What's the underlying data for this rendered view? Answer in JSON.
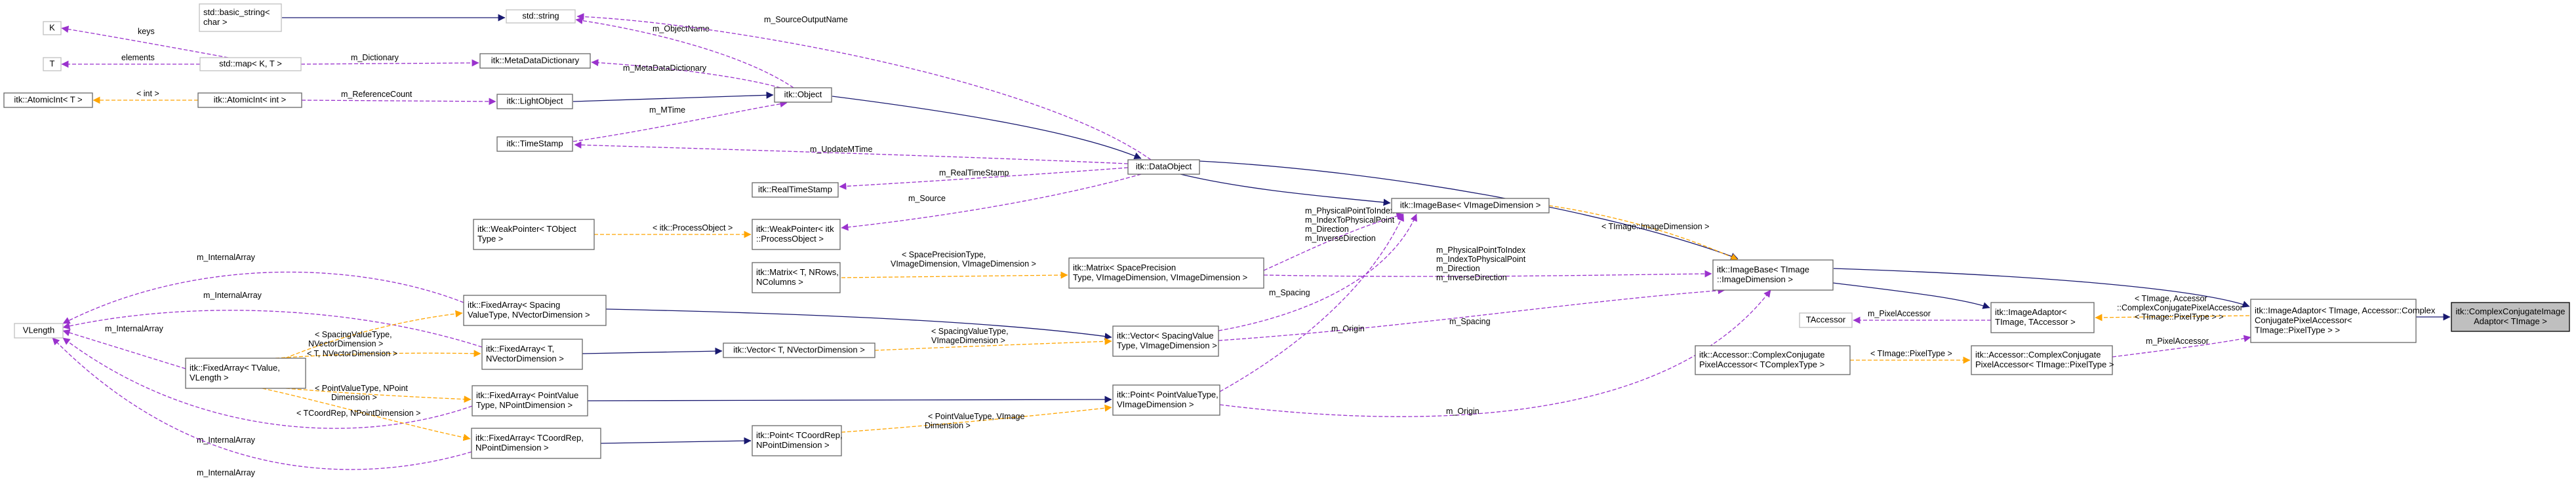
{
  "colors": {
    "inheritance": "#191970",
    "usage": "#9a32cd",
    "template": "#ffa500",
    "node_border": "#666666",
    "external_border": "#bfbfbf",
    "root_fill": "#bfbfbf"
  },
  "nodes": [
    {
      "id": "basic_string",
      "lines": [
        "std::basic_string<",
        "char >"
      ],
      "style": "ext"
    },
    {
      "id": "std_string",
      "lines": [
        "std::string"
      ],
      "style": "ext"
    },
    {
      "id": "K",
      "lines": [
        "K"
      ],
      "style": "ext"
    },
    {
      "id": "std_map",
      "lines": [
        "std::map< K, T >"
      ],
      "style": "ext"
    },
    {
      "id": "T",
      "lines": [
        "T"
      ],
      "style": "ext"
    },
    {
      "id": "MetaDataDictionary",
      "lines": [
        "itk::MetaDataDictionary"
      ],
      "style": "normal"
    },
    {
      "id": "AtomicInt_T",
      "lines": [
        "itk::AtomicInt< T >"
      ],
      "style": "normal"
    },
    {
      "id": "AtomicInt_int",
      "lines": [
        "itk::AtomicInt< int >"
      ],
      "style": "normal"
    },
    {
      "id": "LightObject",
      "lines": [
        "itk::LightObject"
      ],
      "style": "normal"
    },
    {
      "id": "Object",
      "lines": [
        "itk::Object"
      ],
      "style": "normal"
    },
    {
      "id": "TimeStamp",
      "lines": [
        "itk::TimeStamp"
      ],
      "style": "normal"
    },
    {
      "id": "DataObject",
      "lines": [
        "itk::DataObject"
      ],
      "style": "normal"
    },
    {
      "id": "RealTimeStamp",
      "lines": [
        "itk::RealTimeStamp"
      ],
      "style": "normal"
    },
    {
      "id": "WeakPointer_T",
      "lines": [
        "itk::WeakPointer< TObject",
        "Type >"
      ],
      "style": "normal"
    },
    {
      "id": "WeakPointer_PO",
      "lines": [
        "itk::WeakPointer< itk",
        "::ProcessObject >"
      ],
      "style": "normal"
    },
    {
      "id": "ImageBase_V",
      "lines": [
        "itk::ImageBase< VImageDimension >"
      ],
      "style": "normal"
    },
    {
      "id": "Matrix_T",
      "lines": [
        "itk::Matrix< T, NRows,",
        "NColumns >"
      ],
      "style": "normal"
    },
    {
      "id": "Matrix_SP",
      "lines": [
        "itk::Matrix< SpacePrecision",
        "Type, VImageDimension, VImageDimension >"
      ],
      "style": "normal"
    },
    {
      "id": "ImageBase_T",
      "lines": [
        "itk::ImageBase< TImage",
        "::ImageDimension >"
      ],
      "style": "normal"
    },
    {
      "id": "ImageAdaptor_TA",
      "lines": [
        "itk::ImageAdaptor<",
        "TImage, TAccessor >"
      ],
      "style": "normal"
    },
    {
      "id": "ImageAdaptor_C",
      "lines": [
        "itk::ImageAdaptor< TImage, Accessor::Complex",
        "ConjugatePixelAccessor<",
        "TImage::PixelType > >"
      ],
      "style": "normal"
    },
    {
      "id": "ComplexConjugate",
      "lines": [
        "itk::ComplexConjugateImage",
        "Adaptor< TImage >"
      ],
      "style": "root"
    },
    {
      "id": "VLength",
      "lines": [
        "VLength"
      ],
      "style": "ext"
    },
    {
      "id": "FixedArray_SV",
      "lines": [
        "itk::FixedArray< Spacing",
        "ValueType, NVectorDimension >"
      ],
      "style": "normal"
    },
    {
      "id": "FixedArray_TN",
      "lines": [
        "itk::FixedArray< T,",
        "NVectorDimension >"
      ],
      "style": "normal"
    },
    {
      "id": "FixedArray_TV",
      "lines": [
        "itk::FixedArray< TValue,",
        "VLength >"
      ],
      "style": "normal"
    },
    {
      "id": "FixedArray_PV",
      "lines": [
        "itk::FixedArray< PointValue",
        "Type, NPointDimension >"
      ],
      "style": "normal"
    },
    {
      "id": "FixedArray_TC",
      "lines": [
        "itk::FixedArray< TCoordRep,",
        "NPointDimension >"
      ],
      "style": "normal"
    },
    {
      "id": "Vector_TN",
      "lines": [
        "itk::Vector< T, NVectorDimension >"
      ],
      "style": "normal"
    },
    {
      "id": "Vector_SV",
      "lines": [
        "itk::Vector< SpacingValue",
        "Type, VImageDimension >"
      ],
      "style": "normal"
    },
    {
      "id": "Point_PV",
      "lines": [
        "itk::Point< PointValueType,",
        "VImageDimension >"
      ],
      "style": "normal"
    },
    {
      "id": "Point_TC",
      "lines": [
        "itk::Point< TCoordRep,",
        "NPointDimension >"
      ],
      "style": "normal"
    },
    {
      "id": "TAccessor",
      "lines": [
        "TAccessor"
      ],
      "style": "ext"
    },
    {
      "id": "Accessor_TC",
      "lines": [
        "itk::Accessor::ComplexConjugate",
        "PixelAccessor< TComplexType >"
      ],
      "style": "normal"
    },
    {
      "id": "Accessor_TI",
      "lines": [
        "itk::Accessor::ComplexConjugate",
        "PixelAccessor< TImage::PixelType >"
      ],
      "style": "normal"
    }
  ],
  "edges": [
    {
      "id": "e_bs_str",
      "kind": "inheritance",
      "lines": []
    },
    {
      "id": "e_K_map",
      "kind": "usage",
      "lines": [
        "keys"
      ]
    },
    {
      "id": "e_T_map",
      "kind": "usage",
      "lines": [
        "elements"
      ]
    },
    {
      "id": "e_map_mdd",
      "kind": "usage",
      "lines": [
        "m_Dictionary"
      ]
    },
    {
      "id": "e_ati_ati",
      "kind": "template",
      "lines": [
        "< int >"
      ]
    },
    {
      "id": "e_ati_lo",
      "kind": "usage",
      "lines": [
        "m_ReferenceCount"
      ]
    },
    {
      "id": "e_str_obj",
      "kind": "usage",
      "lines": [
        "m_ObjectName"
      ]
    },
    {
      "id": "e_mdd_obj",
      "kind": "usage",
      "lines": [
        "m_MetaDataDictionary"
      ]
    },
    {
      "id": "e_lo_obj",
      "kind": "inheritance",
      "lines": []
    },
    {
      "id": "e_ts_obj",
      "kind": "usage",
      "lines": [
        "m_MTime"
      ]
    },
    {
      "id": "e_str_do",
      "kind": "usage",
      "lines": [
        "m_SourceOutputName"
      ]
    },
    {
      "id": "e_obj_do",
      "kind": "inheritance",
      "lines": []
    },
    {
      "id": "e_ts_do",
      "kind": "usage",
      "lines": [
        "m_UpdateMTime"
      ]
    },
    {
      "id": "e_rts_do",
      "kind": "usage",
      "lines": [
        "m_RealTimeStamp"
      ]
    },
    {
      "id": "e_wp_do",
      "kind": "usage",
      "lines": [
        "m_Source"
      ]
    },
    {
      "id": "e_wpt_wp",
      "kind": "template",
      "lines": [
        "< itk::ProcessObject >"
      ]
    },
    {
      "id": "e_do_ibv",
      "kind": "inheritance",
      "lines": []
    },
    {
      "id": "e_do_ibt",
      "kind": "inheritance",
      "lines": []
    },
    {
      "id": "e_mt_msp",
      "kind": "template",
      "lines": [
        "< SpacePrecisionType,",
        "VImageDimension, VImageDimension >"
      ]
    },
    {
      "id": "e_msp_ibv",
      "kind": "usage",
      "lines": [
        "m_PhysicalPointToIndex",
        "m_IndexToPhysicalPoint",
        "m_Direction",
        "m_InverseDirection"
      ]
    },
    {
      "id": "e_msp_ibt",
      "kind": "usage",
      "lines": [
        "m_PhysicalPointToIndex",
        "m_IndexToPhysicalPoint",
        "m_Direction",
        "m_InverseDirection"
      ]
    },
    {
      "id": "e_ibv_ibt",
      "kind": "template",
      "lines": [
        "< TImage::ImageDimension >"
      ]
    },
    {
      "id": "e_ibt_iata",
      "kind": "inheritance",
      "lines": []
    },
    {
      "id": "e_ibt_iac",
      "kind": "inheritance",
      "lines": []
    },
    {
      "id": "e_ta_iata",
      "kind": "usage",
      "lines": [
        "m_PixelAccessor"
      ]
    },
    {
      "id": "e_iata_iac",
      "kind": "template",
      "lines": [
        "< TImage, Accessor",
        "::ComplexConjugatePixelAccessor",
        "< TImage::PixelType > >"
      ]
    },
    {
      "id": "e_acti_iac",
      "kind": "usage",
      "lines": [
        "m_PixelAccessor"
      ]
    },
    {
      "id": "e_actc_acti",
      "kind": "template",
      "lines": [
        "< TImage::PixelType >"
      ]
    },
    {
      "id": "e_iac_cc",
      "kind": "inheritance",
      "lines": []
    },
    {
      "id": "e_vl_fsv",
      "kind": "usage",
      "lines": [
        "m_InternalArray"
      ]
    },
    {
      "id": "e_vl_ftn",
      "kind": "usage",
      "lines": [
        "m_InternalArray"
      ]
    },
    {
      "id": "e_vl_ftv",
      "kind": "usage",
      "lines": [
        "m_InternalArray"
      ]
    },
    {
      "id": "e_vl_fpv",
      "kind": "usage",
      "lines": [
        "m_InternalArray"
      ]
    },
    {
      "id": "e_vl_ftc",
      "kind": "usage",
      "lines": [
        "m_InternalArray"
      ]
    },
    {
      "id": "e_ftv_fsv",
      "kind": "template",
      "lines": [
        "< SpacingValueType,",
        "NVectorDimension >"
      ]
    },
    {
      "id": "e_ftv_ftn",
      "kind": "template",
      "lines": [
        "< T, NVectorDimension >"
      ]
    },
    {
      "id": "e_ftv_fpv",
      "kind": "template",
      "lines": [
        "< PointValueType, NPoint",
        "Dimension >"
      ]
    },
    {
      "id": "e_ftv_ftc",
      "kind": "template",
      "lines": [
        "< TCoordRep, NPointDimension >"
      ]
    },
    {
      "id": "e_ftn_vtn",
      "kind": "inheritance",
      "lines": []
    },
    {
      "id": "e_fsv_vsv",
      "kind": "inheritance",
      "lines": []
    },
    {
      "id": "e_vtn_vsv",
      "kind": "template",
      "lines": [
        "< SpacingValueType,",
        "VImageDimension >"
      ]
    },
    {
      "id": "e_vsv_ibt",
      "kind": "usage",
      "lines": [
        "m_Spacing"
      ]
    },
    {
      "id": "e_vsv_ibv",
      "kind": "usage",
      "lines": [
        "m_Spacing"
      ]
    },
    {
      "id": "e_fpv_ppv",
      "kind": "inheritance",
      "lines": []
    },
    {
      "id": "e_ftc_ptc",
      "kind": "inheritance",
      "lines": []
    },
    {
      "id": "e_ptc_ppv",
      "kind": "template",
      "lines": [
        "< PointValueType, VImage",
        "Dimension >"
      ]
    },
    {
      "id": "e_ppv_ibv",
      "kind": "usage",
      "lines": [
        "m_Origin"
      ]
    },
    {
      "id": "e_ppv_ibt",
      "kind": "usage",
      "lines": [
        "m_Origin"
      ]
    }
  ]
}
